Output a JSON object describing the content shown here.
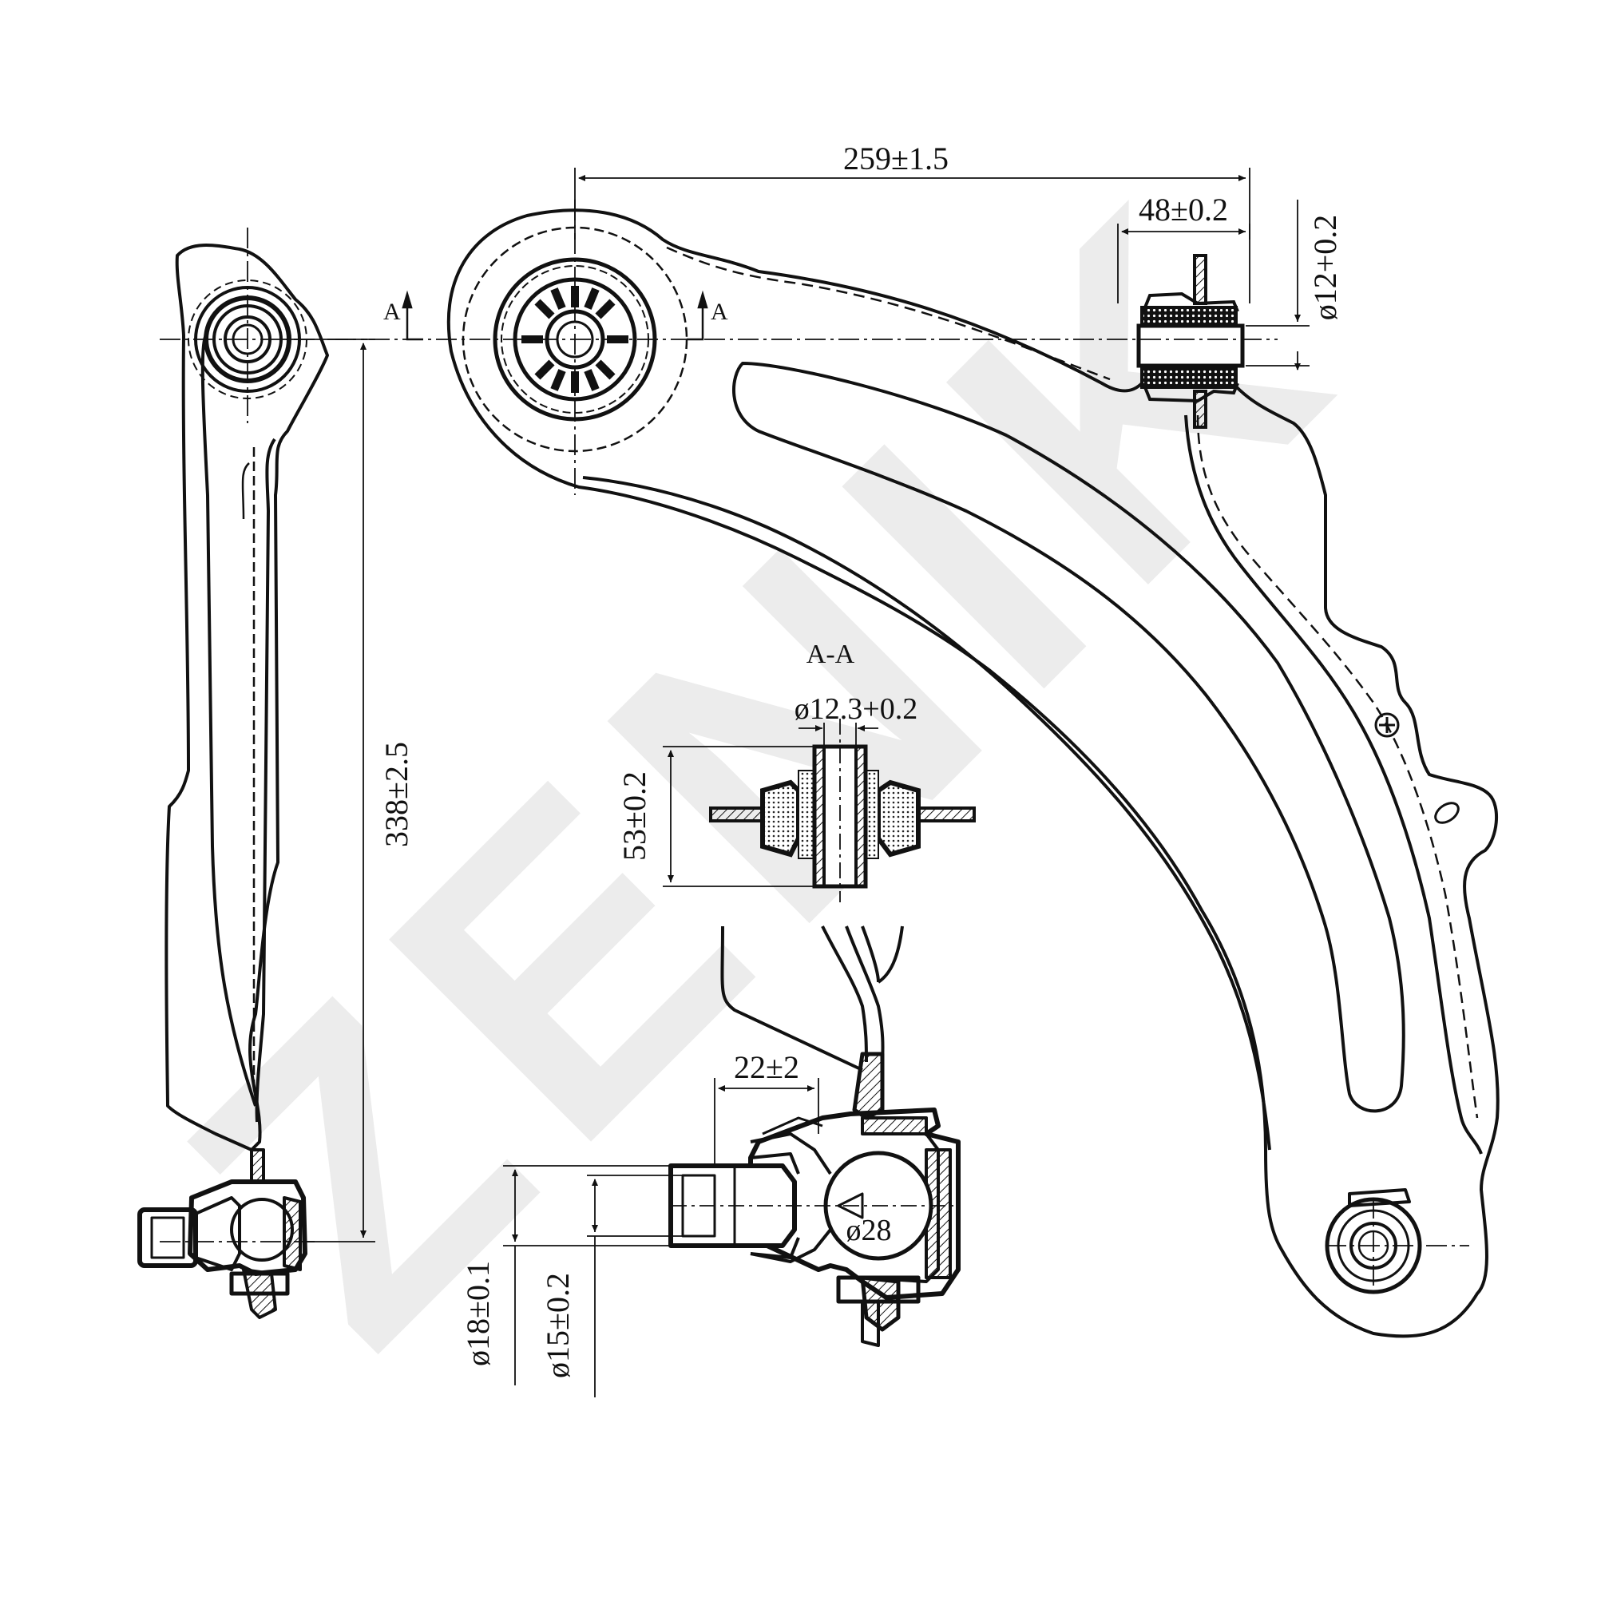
{
  "watermark": "ZENIK",
  "section": {
    "marker_left": "A",
    "marker_right": "A",
    "title": "A-A"
  },
  "dimensions": {
    "overall_length": "259±1.5",
    "bushing_width": "48±0.2",
    "bushing_bore": "ø12+0.2",
    "arm_height": "338±2.5",
    "section_bore": "ø12.3+0.2",
    "section_height": "53±0.2",
    "stud_length": "22±2",
    "stud_dia_outer": "ø18±0.1",
    "stud_dia_inner": "ø15±0.2",
    "ball_dia": "ø28"
  }
}
